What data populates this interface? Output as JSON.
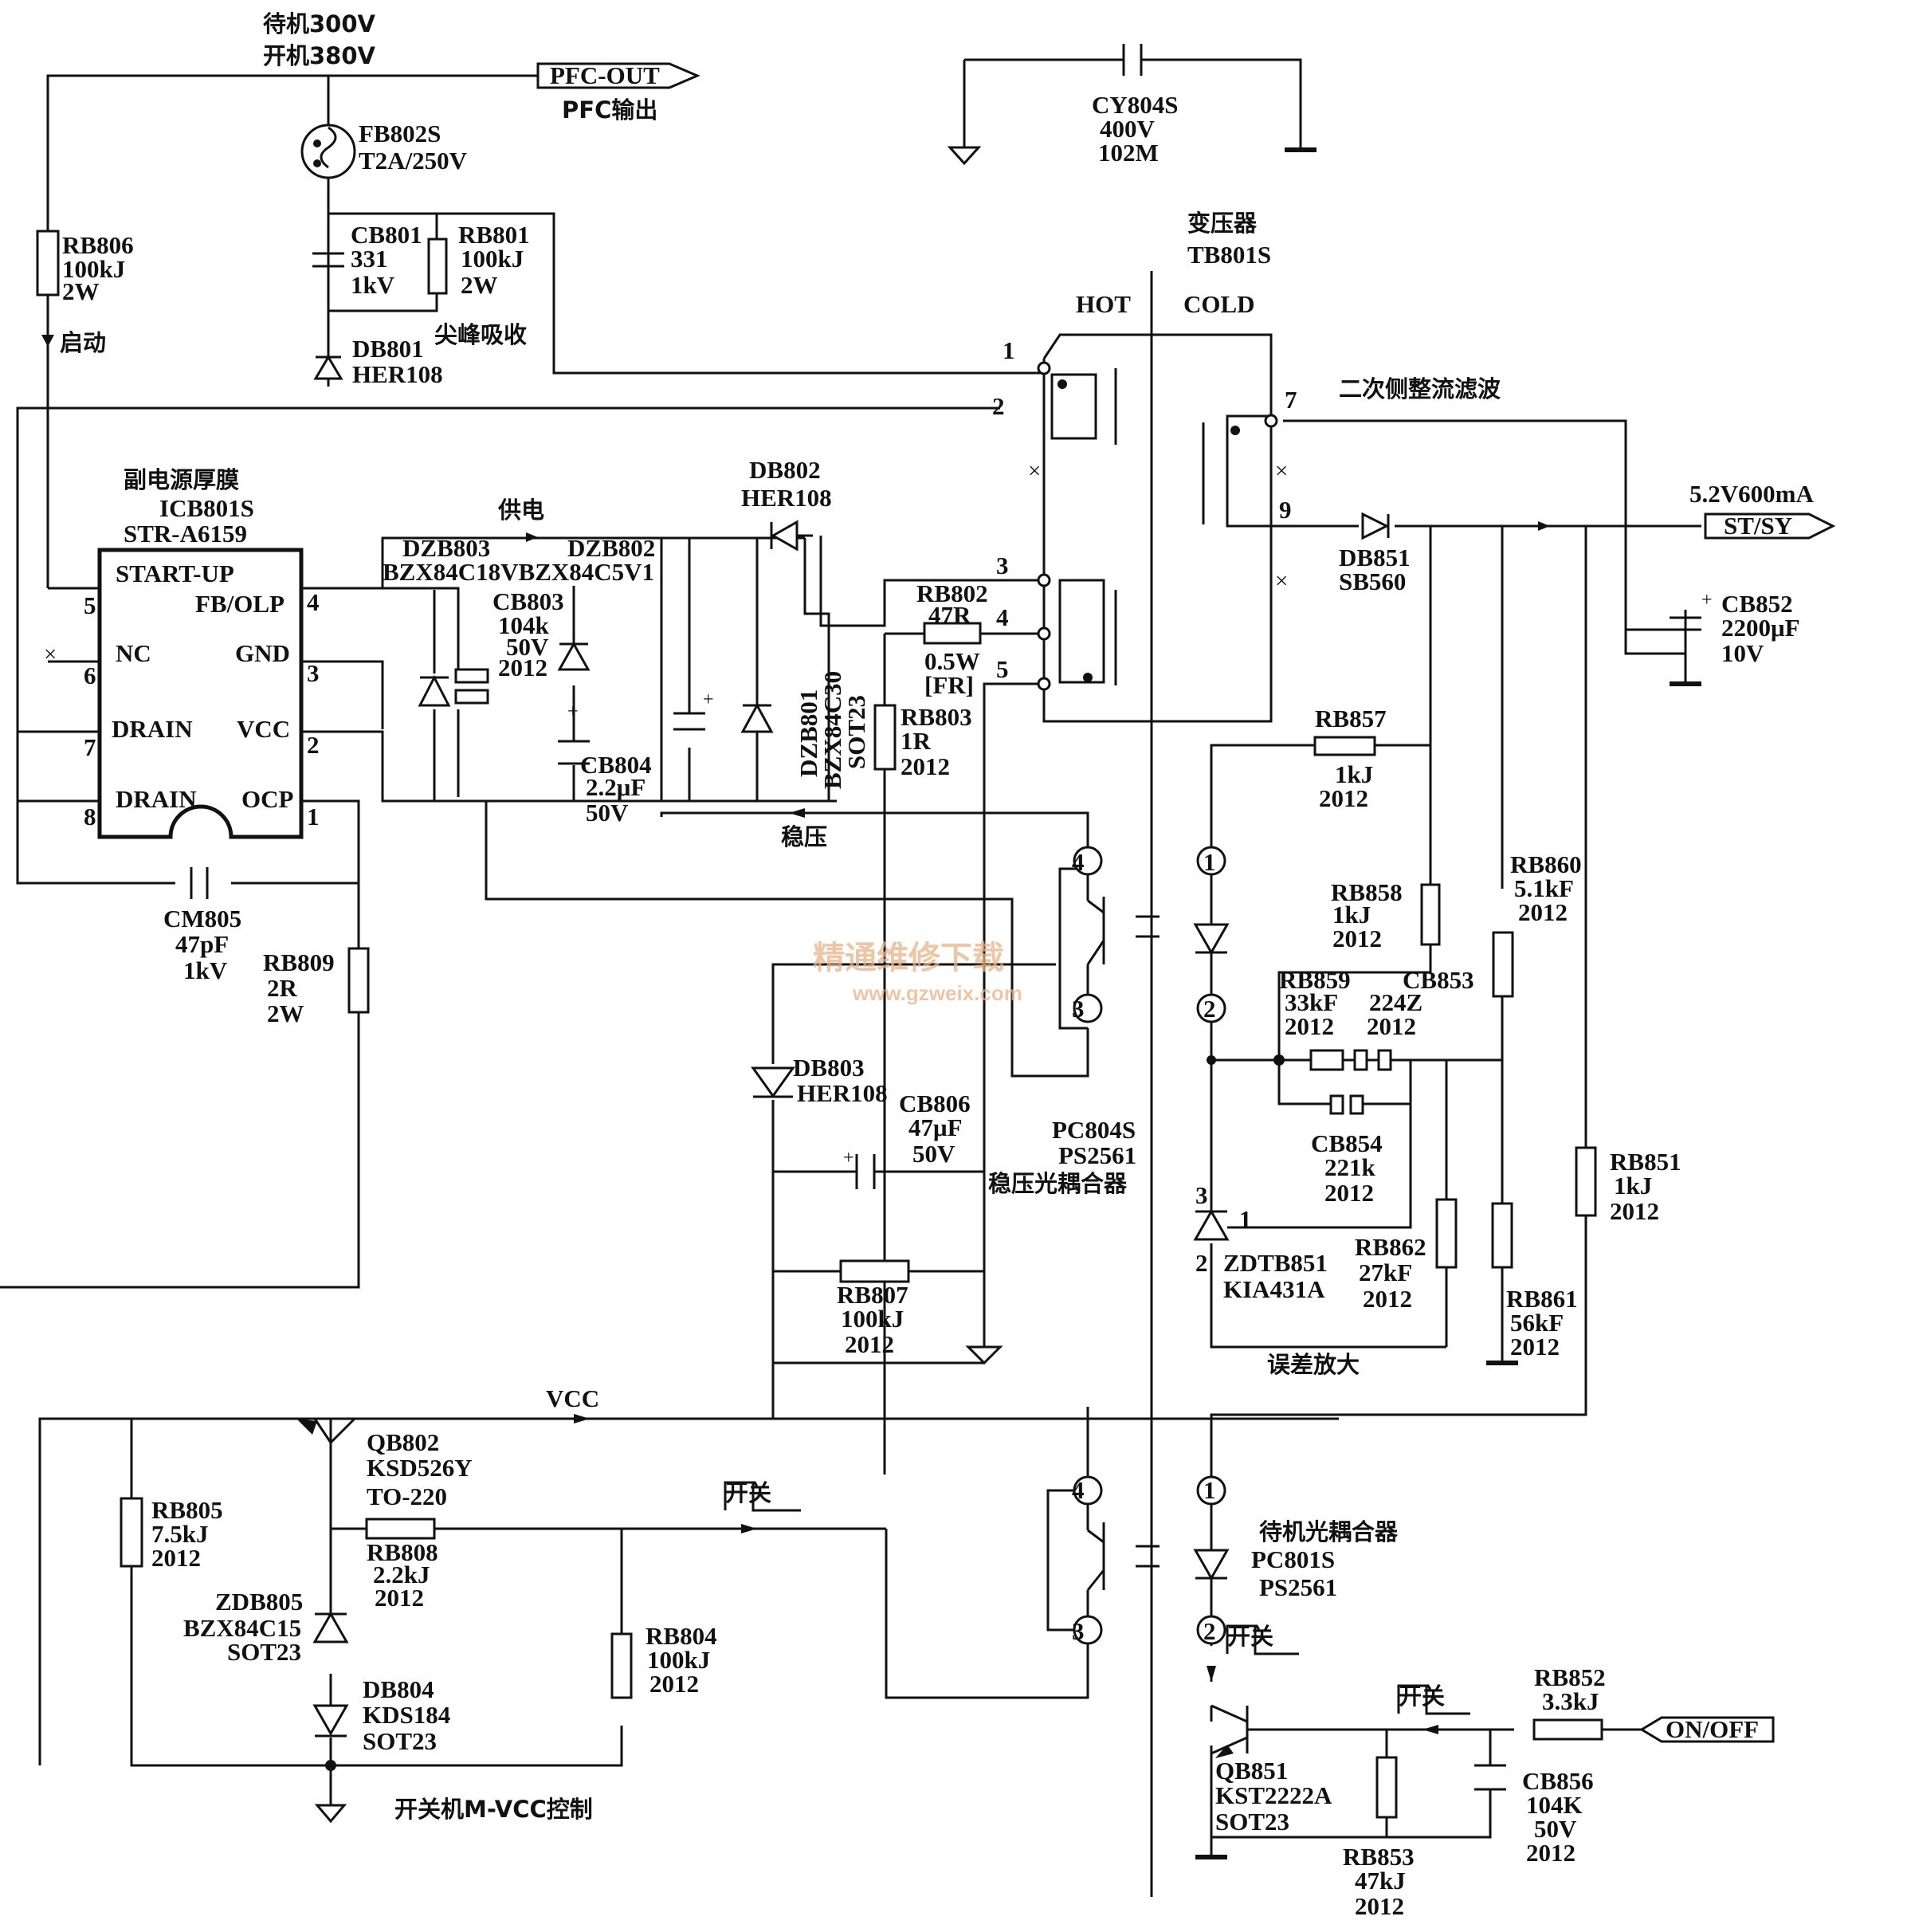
{
  "labels": {
    "standby_voltage": "待机300V",
    "on_voltage": "开机380V",
    "pfc_out": "PFC-OUT",
    "pfc_output": "PFC输出",
    "fb802s": "FB802S",
    "fb802s_val": "T2A/250V",
    "cy804s": "CY804S",
    "cy804s_v": "400V",
    "cy804s_val": "102M",
    "transformer": "变压器",
    "tb801s": "TB801S",
    "hot": "HOT",
    "cold": "COLD",
    "rb806": "RB806",
    "rb806_val": "100kJ",
    "rb806_w": "2W",
    "startup": "启动",
    "cb801": "CB801",
    "cb801_val": "331",
    "cb801_v": "1kV",
    "rb801": "RB801",
    "rb801_val": "100kJ",
    "rb801_w": "2W",
    "db801": "DB801",
    "db801_val": "HER108",
    "spike_absorb": "尖峰吸收",
    "secondary_rect": "二次侧整流滤波",
    "ic_title": "副电源厚膜",
    "icb801s": "ICB801S",
    "ic_part": "STR-A6159",
    "pin_startup": "START-UP",
    "pin_fb": "FB/OLP",
    "pin_nc": "NC",
    "pin_gnd": "GND",
    "pin_drain1": "DRAIN",
    "pin_vcc": "VCC",
    "pin_drain2": "DRAIN",
    "pin_ocp": "OCP",
    "power_supply": "供电",
    "db802": "DB802",
    "db802_val": "HER108",
    "dzb803": "DZB803",
    "dzb802": "DZB802",
    "dzb_vals": "BZX84C18VBZX84C5V1",
    "cb803": "CB803",
    "cb803_val": "104k",
    "cb803_v": "50V",
    "cb803_pkg": "2012",
    "rb802": "RB802",
    "rb802_val": "47R",
    "rb802_w": "0.5W",
    "rb802_fr": "[FR]",
    "rb803": "RB803",
    "rb803_val": "1R",
    "rb803_pkg": "2012",
    "dzb801": "DZB801",
    "dzb801_val": "BZX84C30",
    "dzb801_pkg": "SOT23",
    "cb804": "CB804",
    "cb804_val": "2.2μF",
    "cb804_v": "50V",
    "regulation": "稳压",
    "st_sy_rating": "5.2V600mA",
    "st_sy": "ST/SY",
    "db851": "DB851",
    "db851_val": "SB560",
    "cb852": "CB852",
    "cb852_val": "2200μF",
    "cb852_v": "10V",
    "rb857": "RB857",
    "rb857_val": "1kJ",
    "rb857_pkg": "2012",
    "rb858": "RB858",
    "rb858_val": "1kJ",
    "rb858_pkg": "2012",
    "rb860": "RB860",
    "rb860_val": "5.1kF",
    "rb860_pkg": "2012",
    "cm805": "CM805",
    "cm805_val": "47pF",
    "cm805_v": "1kV",
    "rb809": "RB809",
    "rb809_val": "2R",
    "rb809_w": "2W",
    "watermark": "精通维修下载",
    "watermark_url": "www.gzweix.com",
    "rb859": "RB859",
    "rb859_val": "33kF",
    "rb859_pkg": "2012",
    "cb853": "CB853",
    "cb853_val": "224Z",
    "cb853_pkg": "2012",
    "db803": "DB803",
    "db803_val": "HER108",
    "cb806": "CB806",
    "cb806_val": "47μF",
    "cb806_v": "50V",
    "pc804s": "PC804S",
    "pc804s_val": "PS2561",
    "pc804s_desc": "稳压光耦合器",
    "cb854": "CB854",
    "cb854_val": "221k",
    "cb854_pkg": "2012",
    "rb851": "RB851",
    "rb851_val": "1kJ",
    "rb851_pkg": "2012",
    "rb862": "RB862",
    "rb862_val": "27kF",
    "rb862_pkg": "2012",
    "zdtb851": "ZDTB851",
    "zdtb851_val": "KIA431A",
    "rb807": "RB807",
    "rb807_val": "100kJ",
    "rb807_pkg": "2012",
    "rb861": "RB861",
    "rb861_val": "56kF",
    "rb861_pkg": "2012",
    "error_amp": "误差放大",
    "vcc": "VCC",
    "qb802": "QB802",
    "qb802_val": "KSD526Y",
    "qb802_pkg": "TO-220",
    "switch1": "开关",
    "rb805": "RB805",
    "rb805_val": "7.5kJ",
    "rb805_pkg": "2012",
    "rb808": "RB808",
    "rb808_val": "2.2kJ",
    "rb808_pkg": "2012",
    "standby_opto": "待机光耦合器",
    "pc801s": "PC801S",
    "pc801s_val": "PS2561",
    "zdb805": "ZDB805",
    "zdb805_val": "BZX84C15",
    "zdb805_pkg": "SOT23",
    "rb804": "RB804",
    "rb804_val": "100kJ",
    "rb804_pkg": "2012",
    "switch2": "开关",
    "rb852": "RB852",
    "rb852_val": "3.3kJ",
    "switch3": "开关",
    "on_off": "ON/OFF",
    "db804": "DB804",
    "db804_val": "KDS184",
    "db804_pkg": "SOT23",
    "qb851": "QB851",
    "qb851_val": "KST2222A",
    "qb851_pkg": "SOT23",
    "cb856": "CB856",
    "cb856_val": "104K",
    "cb856_v": "50V",
    "cb856_pkg": "2012",
    "rb853": "RB853",
    "rb853_val": "47kJ",
    "rb853_pkg": "2012",
    "mvcc_control": "开关机M-VCC控制"
  },
  "pins": {
    "t1": "1",
    "t2": "2",
    "t3": "3",
    "t4": "4",
    "t5": "5",
    "t7": "7",
    "t9": "9",
    "ic5": "5",
    "ic6": "6",
    "ic7": "7",
    "ic8": "8",
    "ic4": "4",
    "ic3": "3",
    "ic2": "2",
    "ic1": "1",
    "o1a": "4",
    "o1b": "3",
    "o1c": "1",
    "o1d": "2",
    "o2a": "4",
    "o2b": "3",
    "o2c": "1",
    "o2d": "2",
    "z3": "3",
    "z1": "1",
    "z2": "2",
    "nc_x": "×"
  }
}
